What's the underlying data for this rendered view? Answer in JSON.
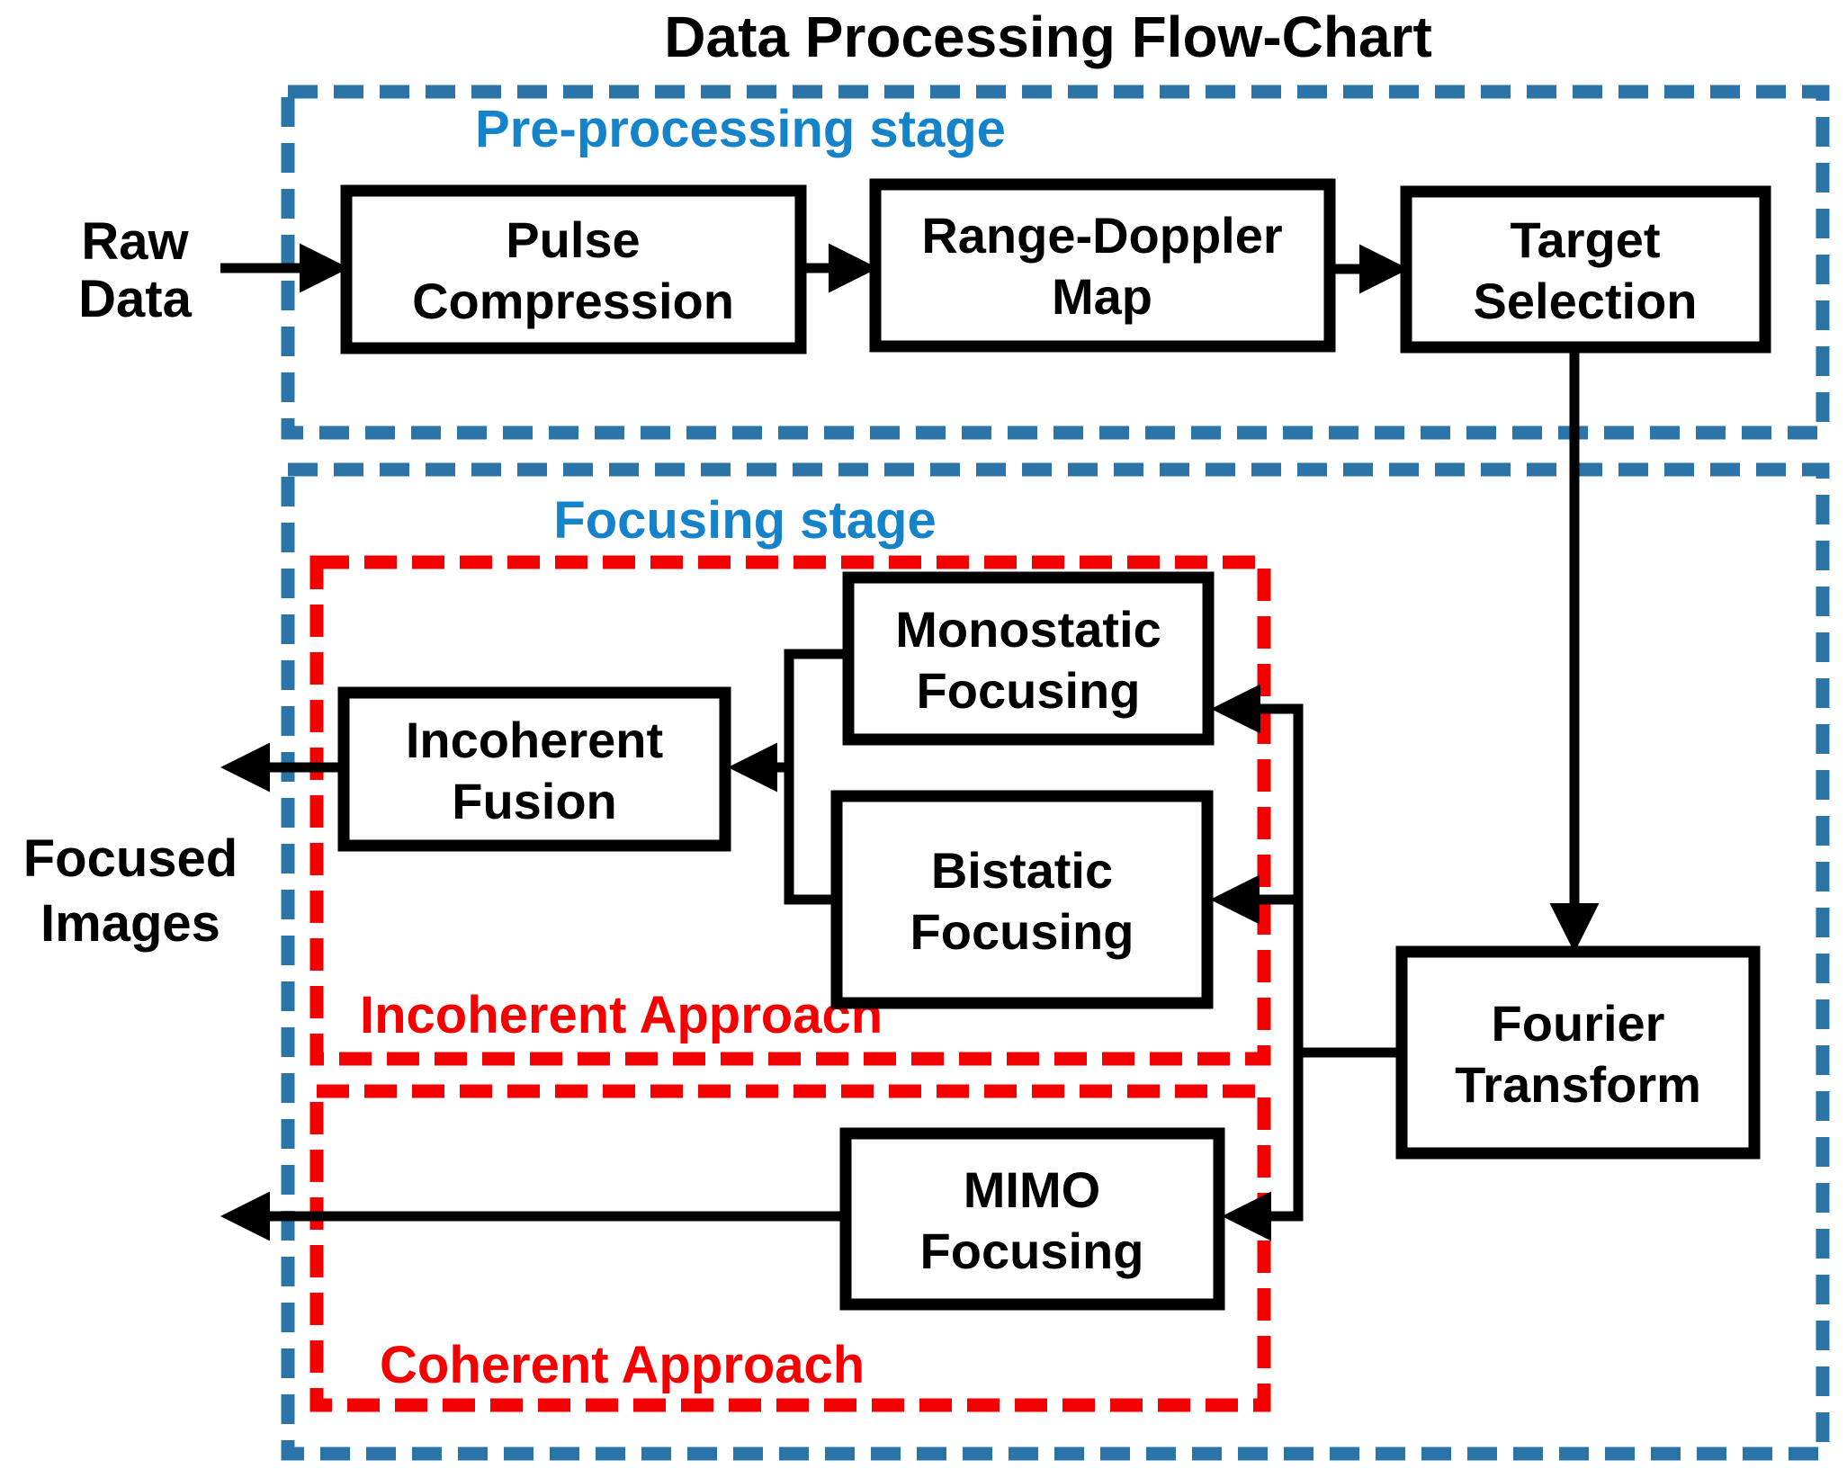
{
  "title": "Data Processing Flow-Chart",
  "colors": {
    "blue_dash": "#2B74A8",
    "blue_text": "#1583C9",
    "red": "#F50000",
    "black": "#000000",
    "box_background": "#FFFFFF"
  },
  "stages": {
    "preprocessing": {
      "label": "Pre-processing stage"
    },
    "focusing": {
      "label": "Focusing stage"
    }
  },
  "approaches": {
    "incoherent": {
      "label": "Incoherent Approach"
    },
    "coherent": {
      "label": "Coherent Approach"
    }
  },
  "nodes": {
    "pulse_compression": {
      "line1": "Pulse",
      "line2": "Compression"
    },
    "range_doppler_map": {
      "line1": "Range-Doppler",
      "line2": "Map"
    },
    "target_selection": {
      "line1": "Target",
      "line2": "Selection"
    },
    "monostatic_focusing": {
      "line1": "Monostatic",
      "line2": "Focusing"
    },
    "bistatic_focusing": {
      "line1": "Bistatic",
      "line2": "Focusing"
    },
    "incoherent_fusion": {
      "line1": "Incoherent",
      "line2": "Fusion"
    },
    "fourier_transform": {
      "line1": "Fourier",
      "line2": "Transform"
    },
    "mimo_focusing": {
      "line1": "MIMO",
      "line2": "Focusing"
    }
  },
  "io_labels": {
    "raw_data": {
      "line1": "Raw",
      "line2": "Data"
    },
    "focused_images": {
      "line1": "Focused",
      "line2": "Images"
    }
  }
}
